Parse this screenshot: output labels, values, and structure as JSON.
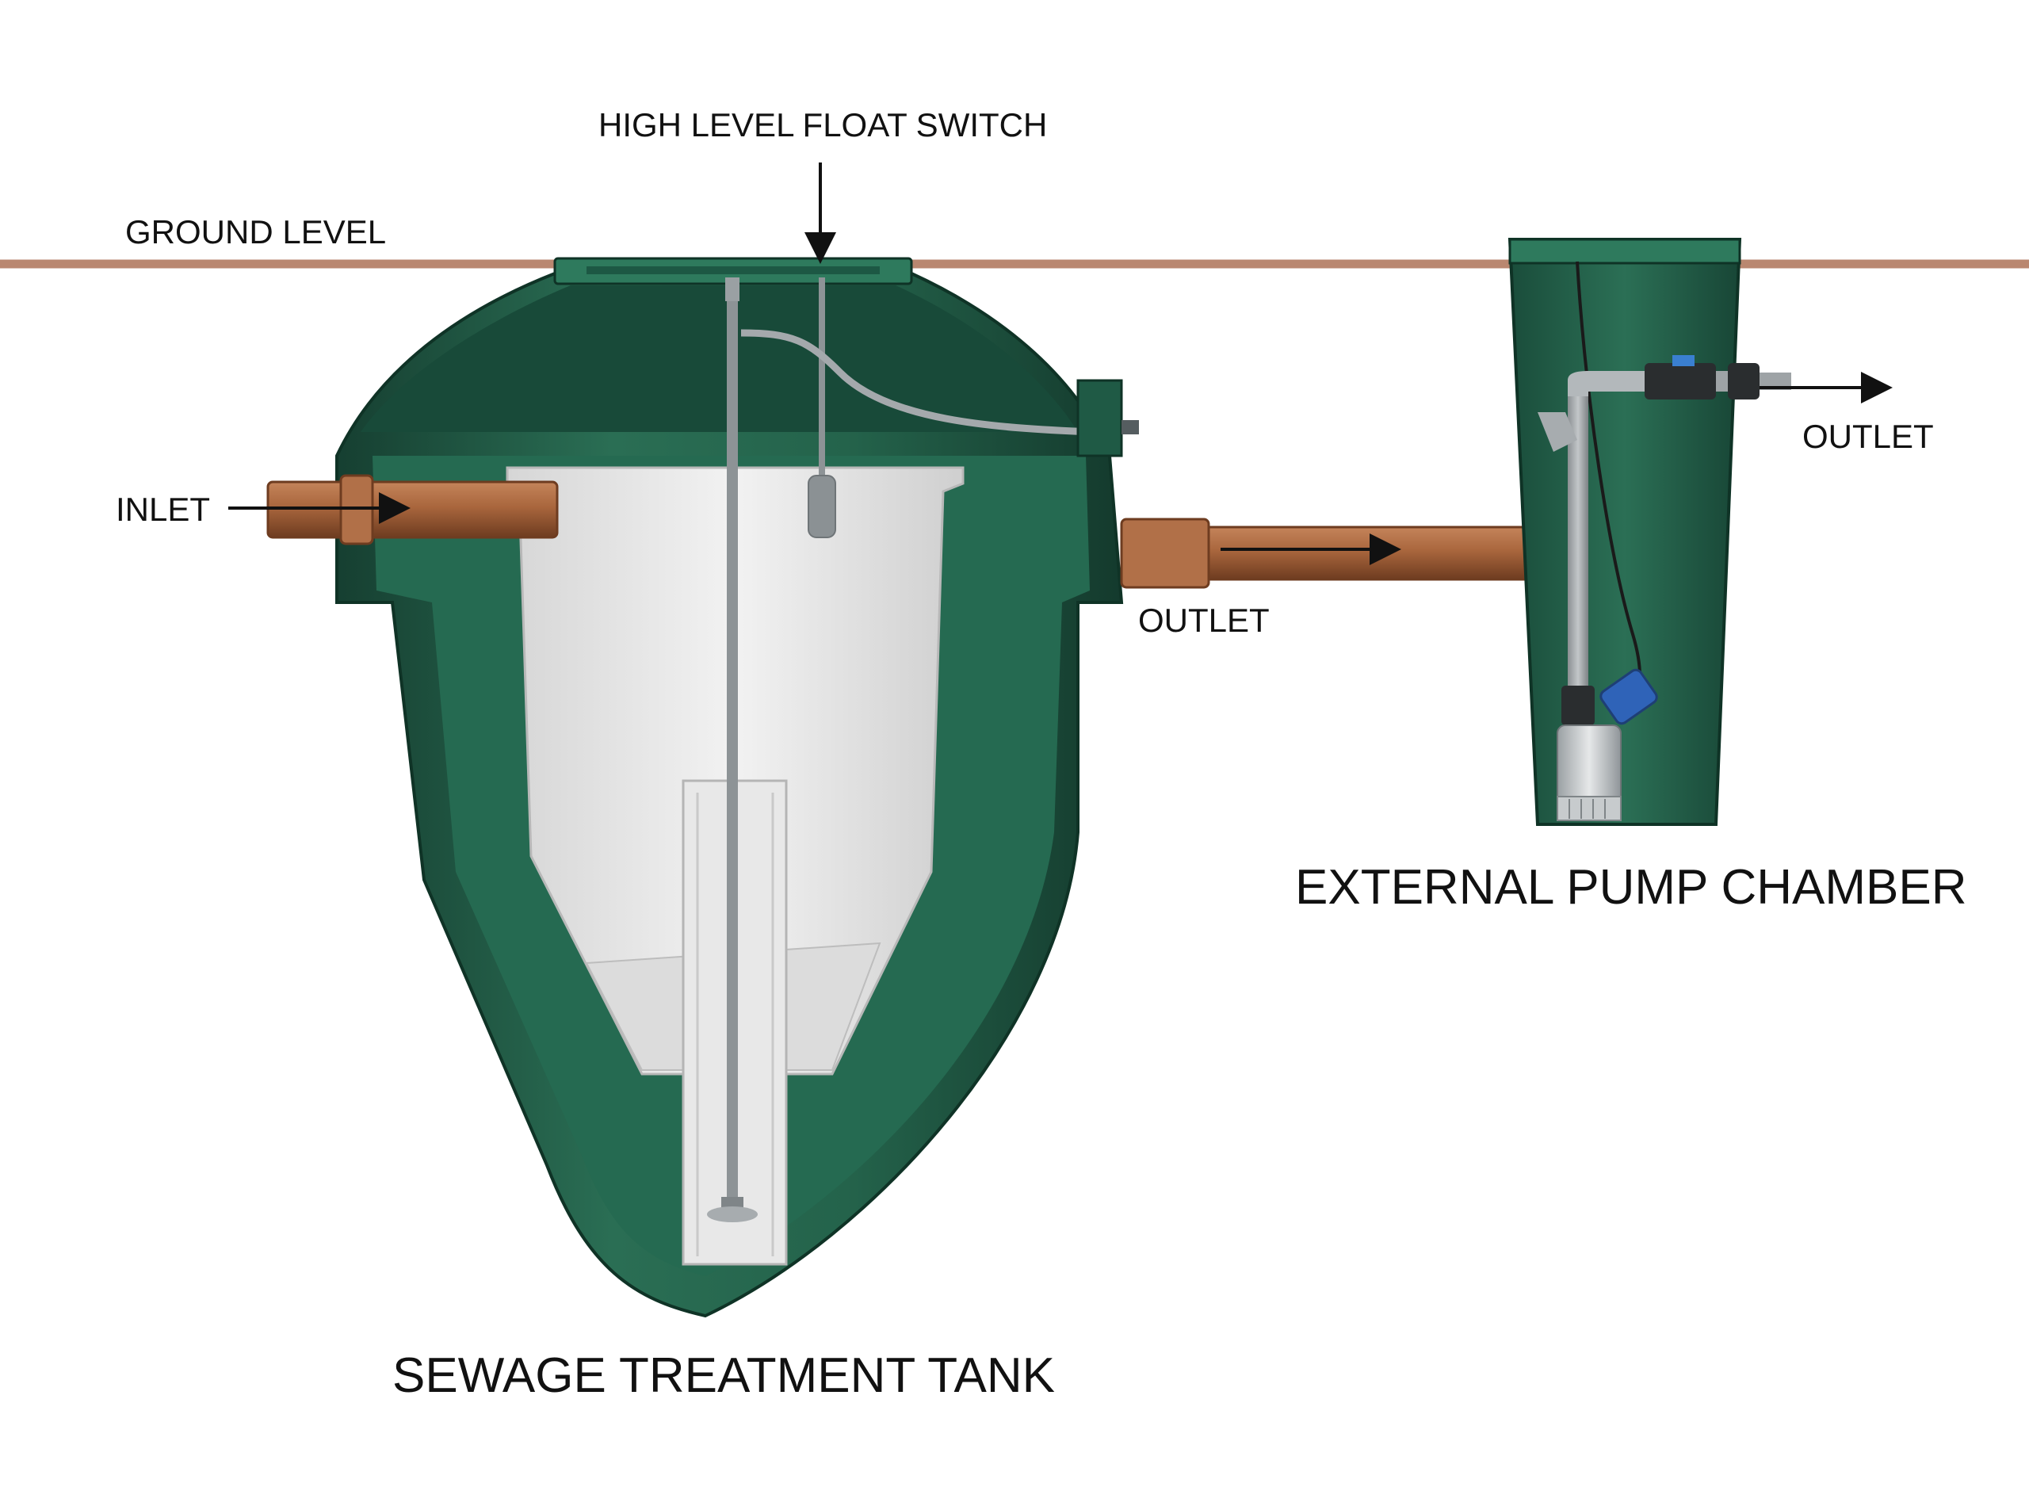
{
  "labels": {
    "high_level_float_switch": "HIGH LEVEL FLOAT SWITCH",
    "ground_level": "GROUND LEVEL",
    "inlet": "INLET",
    "outlet_tank": "OUTLET",
    "outlet_pump": "OUTLET",
    "external_pump_chamber": "EXTERNAL PUMP CHAMBER",
    "sewage_treatment_tank": "SEWAGE TREATMENT TANK"
  },
  "colors": {
    "ground_line": "#b98770",
    "tank_green": "#1f5a45",
    "tank_green_dark": "#123d2f",
    "tank_green_light": "#2f7a5e",
    "liner_grey": "#e4e4e4",
    "pipe_brown": "#a9663d",
    "pipe_brown_dark": "#7a4526",
    "grey_pipe": "#9ea3a6",
    "float_blue": "#2f63b8"
  }
}
